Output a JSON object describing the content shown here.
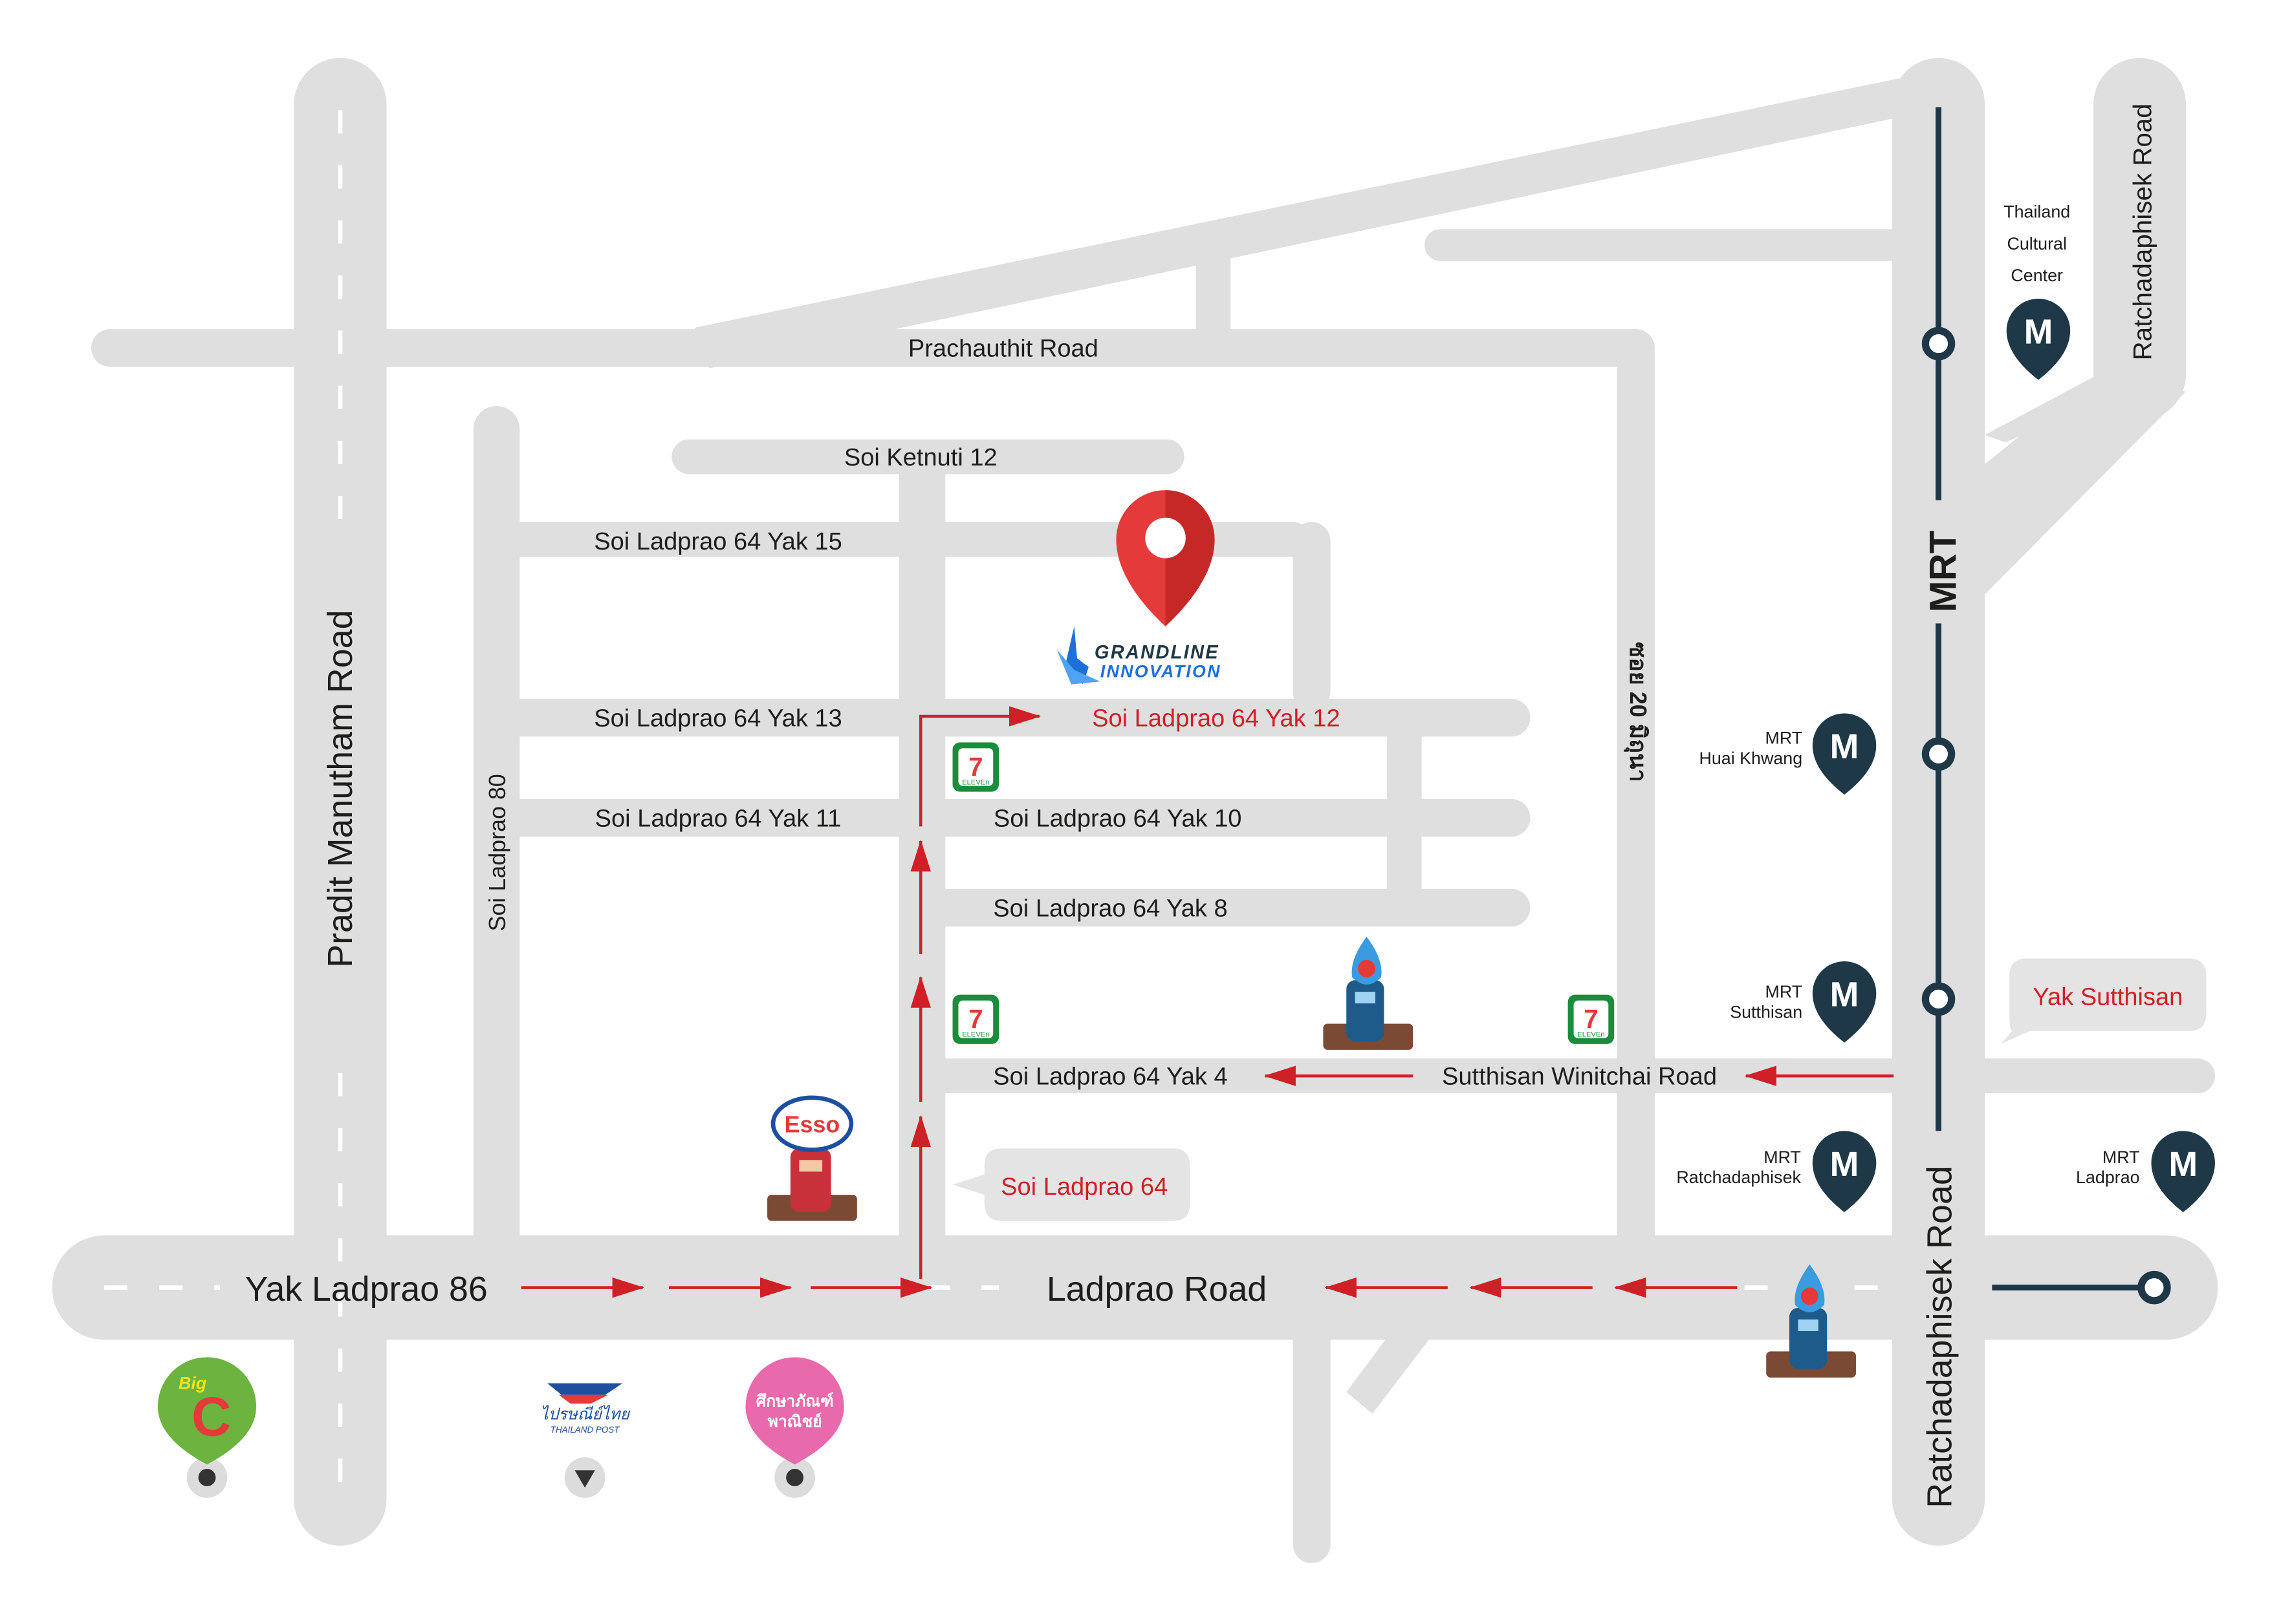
{
  "colors": {
    "road": "#dfdfdf",
    "route": "#cf2027",
    "mrt": "#1f3847",
    "pin": "#e53a3a",
    "bigc_green": "#6cb33f",
    "shop_pink": "#e86aad",
    "label_box": "#e4e4e4"
  },
  "roads": {
    "prachauthit": "Prachauthit Road",
    "soi_ketnuti_12": "Soi Ketnuti 12",
    "yak15": "Soi Ladprao 64 Yak 15",
    "yak13": "Soi Ladprao 64 Yak 13",
    "yak12": "Soi Ladprao 64 Yak 12",
    "yak11": "Soi Ladprao 64 Yak 11",
    "yak10": "Soi Ladprao 64 Yak 10",
    "yak8": "Soi Ladprao 64 Yak 8",
    "yak4": "Soi Ladprao 64 Yak 4",
    "sutthisan": "Sutthisan Winitchai Road",
    "soi_ladprao_80": "Soi Ladprao 80",
    "pradit": "Pradit Manutham Road",
    "soi_20_thai": "ซอย 20 มิถุนา",
    "yak_ladprao_86": "Yak Ladprao 86",
    "ladprao": "Ladprao Road",
    "ratchadaphisek_lower": "Ratchadaphisek Road",
    "ratchadaphisek_upper": "Ratchadaphisek Road"
  },
  "callouts": {
    "soi_ladprao_64": "Soi Ladprao 64",
    "yak_sutthisan": "Yak Sutthisan"
  },
  "mrt": {
    "line_label": "MRT",
    "icon_letter": "M",
    "stations": [
      {
        "line1": "Thailand",
        "line2": "Cultural",
        "line3": "Center"
      },
      {
        "line1": "MRT",
        "line2": "Huai Khwang"
      },
      {
        "line1": "MRT",
        "line2": "Sutthisan"
      },
      {
        "line1": "MRT",
        "line2": "Ratchadaphisek"
      },
      {
        "line1": "MRT",
        "line2": "Ladprao"
      }
    ]
  },
  "destination": {
    "logo_line1": "GRANDLINE",
    "logo_line2": "INNOVATION"
  },
  "landmarks": {
    "esso": "Esso",
    "seven_eleven": "7",
    "seven_eleven_small": "ELEVEn",
    "bigc_top": "Big",
    "bigc_letter": "C",
    "thailand_post_line1": "ไปรษณีย์ไทย",
    "thailand_post_line2": "THAILAND POST",
    "pink_line1": "ศึกษาภัณฑ์",
    "pink_line2": "พาณิชย์"
  }
}
